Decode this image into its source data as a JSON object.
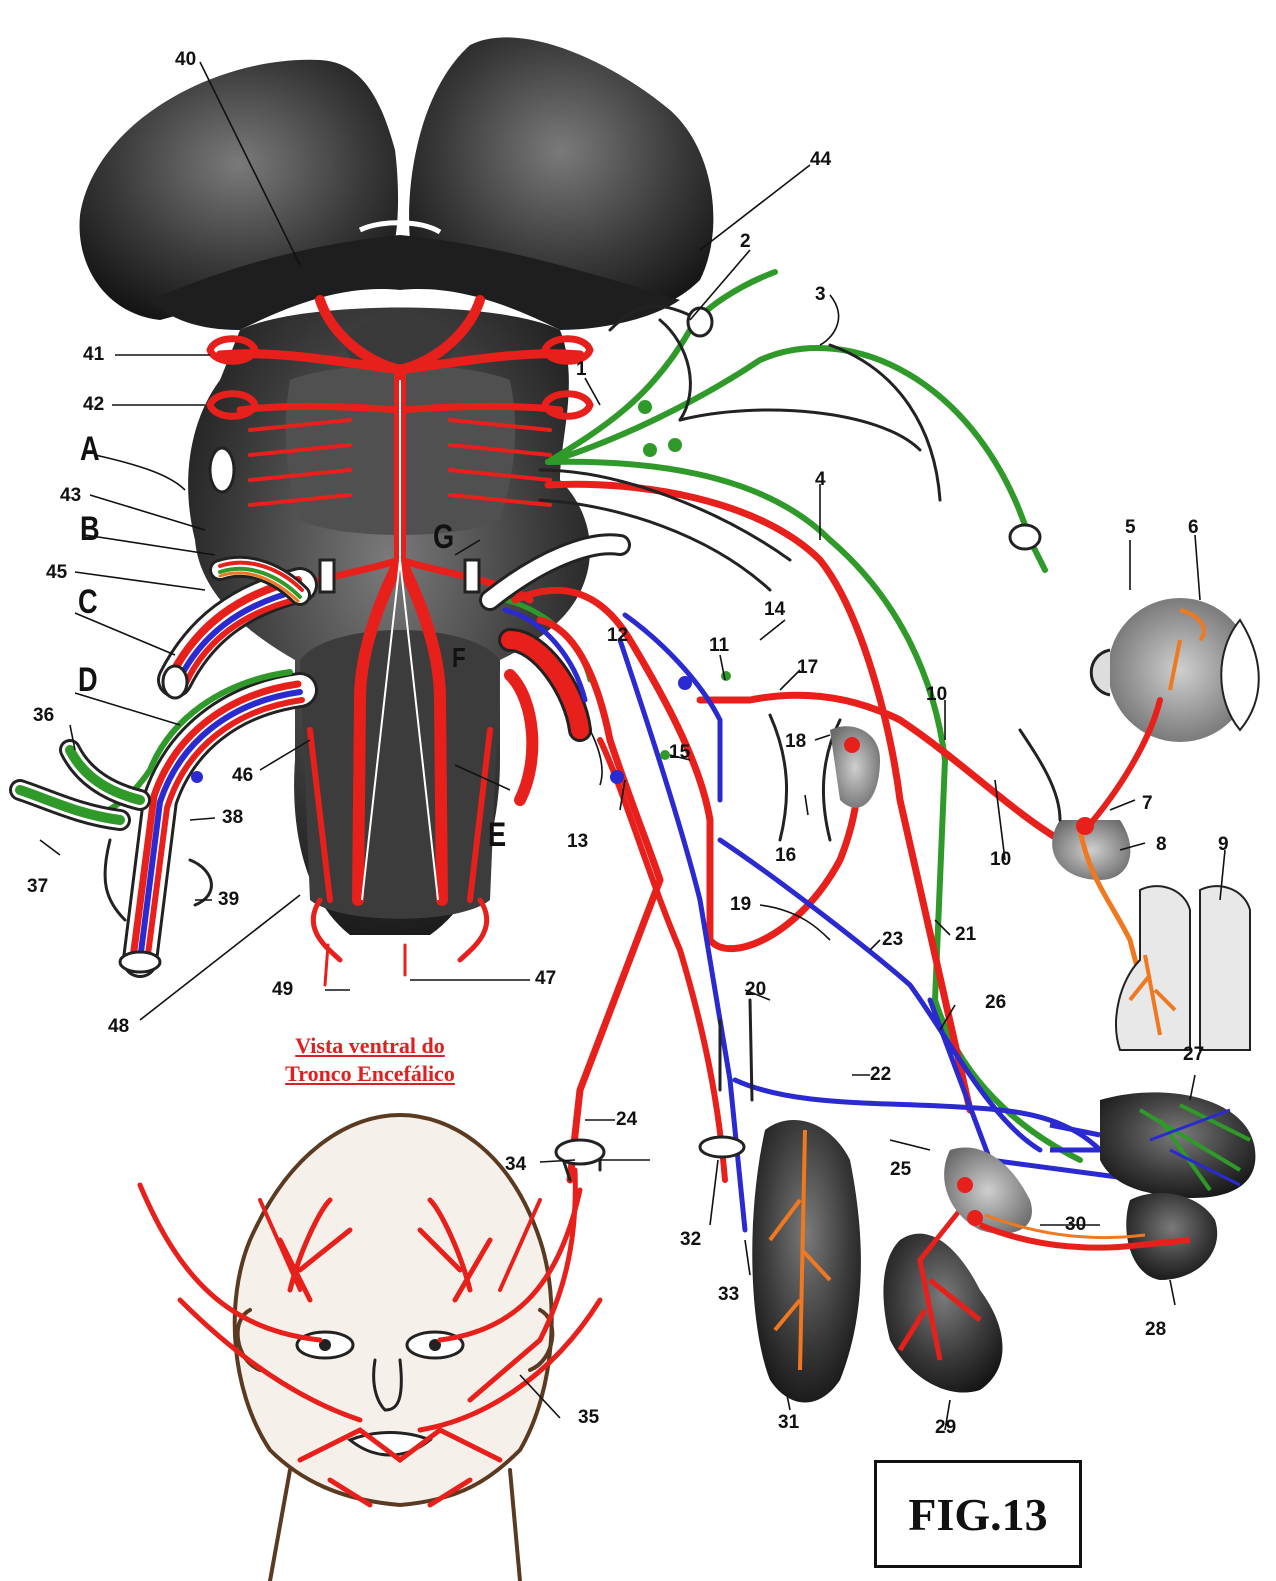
{
  "caption": {
    "line1": "Vista ventral do",
    "line2": "Tronco Encefálico"
  },
  "figure_label": "FIG.13",
  "letter_labels": {
    "A": "A",
    "B": "B",
    "C": "C",
    "D": "D",
    "E": "E",
    "F": "F",
    "G": "G"
  },
  "numbers": {
    "n1": "1",
    "n2": "2",
    "n3": "3",
    "n4": "4",
    "n5": "5",
    "n6": "6",
    "n7": "7",
    "n8": "8",
    "n9": "9",
    "n10a": "10",
    "n10b": "10",
    "n11": "11",
    "n12": "12",
    "n13": "13",
    "n14": "14",
    "n15": "15",
    "n16": "16",
    "n17": "17",
    "n18": "18",
    "n19": "19",
    "n20": "20",
    "n21": "21",
    "n22": "22",
    "n23": "23",
    "n24": "24",
    "n25": "25",
    "n26": "26",
    "n27": "27",
    "n28": "28",
    "n29": "29",
    "n30": "30",
    "n31": "31",
    "n32": "32",
    "n33": "33",
    "n34": "34",
    "n35": "35",
    "n36": "36",
    "n37": "37",
    "n38": "38",
    "n39": "39",
    "n40": "40",
    "n41": "41",
    "n42": "42",
    "n43": "43",
    "n44": "44",
    "n45": "45",
    "n46": "46",
    "n47": "47",
    "n48": "48",
    "n49": "49"
  },
  "colors": {
    "artery": "#e8201c",
    "motor_fiber": "#e8201c",
    "sensory_fiber": "#2f9a2a",
    "parasympathetic_fiber": "#2a2ad0",
    "secretory_fiber": "#f07820",
    "brain_tissue": "#2a2a2a",
    "caption": "#e02020"
  }
}
